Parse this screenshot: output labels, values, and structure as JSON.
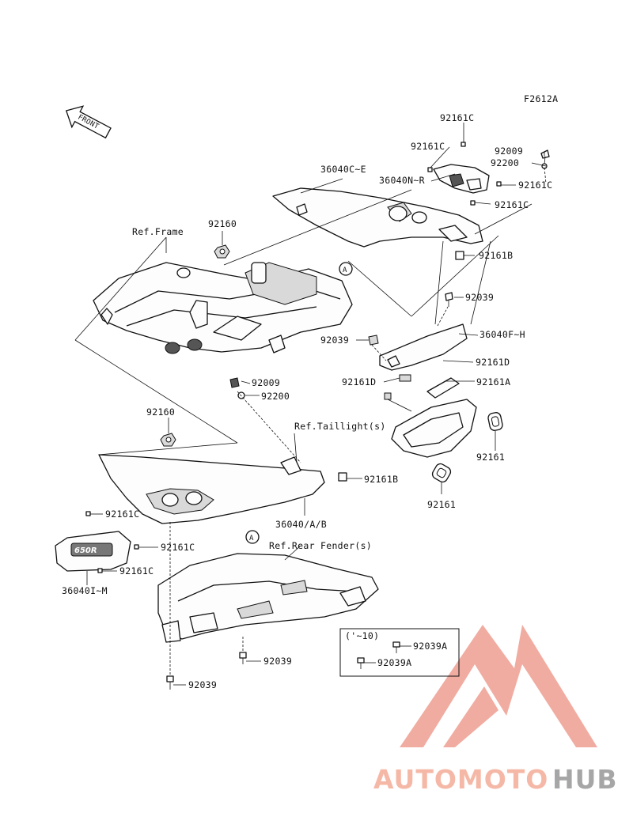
{
  "figure_code": "F2612A",
  "front_label": "FRONT",
  "parts": [
    {
      "id": "p1",
      "label": "92161C"
    },
    {
      "id": "p2",
      "label": "92161C"
    },
    {
      "id": "p3",
      "label": "92009"
    },
    {
      "id": "p4",
      "label": "92200"
    },
    {
      "id": "p5",
      "label": "36040C~E"
    },
    {
      "id": "p6",
      "label": "36040N~R"
    },
    {
      "id": "p7",
      "label": "92161C"
    },
    {
      "id": "p8",
      "label": "92161C"
    },
    {
      "id": "p9",
      "label": "92160"
    },
    {
      "id": "p10",
      "label": "92161B"
    },
    {
      "id": "p11",
      "label": "92039"
    },
    {
      "id": "p12",
      "label": "36040F~H"
    },
    {
      "id": "p13",
      "label": "92039"
    },
    {
      "id": "p14",
      "label": "92161D"
    },
    {
      "id": "p15",
      "label": "92009"
    },
    {
      "id": "p16",
      "label": "92161D"
    },
    {
      "id": "p17",
      "label": "92161A"
    },
    {
      "id": "p18",
      "label": "92200"
    },
    {
      "id": "p19",
      "label": "92160"
    },
    {
      "id": "p20",
      "label": "92161"
    },
    {
      "id": "p21",
      "label": "92161B"
    },
    {
      "id": "p22",
      "label": "92161"
    },
    {
      "id": "p23",
      "label": "92161C"
    },
    {
      "id": "p24",
      "label": "36040/A/B"
    },
    {
      "id": "p25",
      "label": "92161C"
    },
    {
      "id": "p26",
      "label": "92161C"
    },
    {
      "id": "p27",
      "label": "36040I~M"
    },
    {
      "id": "p28",
      "label": "92039A"
    },
    {
      "id": "p29",
      "label": "92039A"
    },
    {
      "id": "p30",
      "label": "92039"
    },
    {
      "id": "p31",
      "label": "92039"
    }
  ],
  "references": [
    {
      "id": "r1",
      "label": "Ref.Frame"
    },
    {
      "id": "r2",
      "label": "Ref.Taillight(s)"
    },
    {
      "id": "r3",
      "label": "Ref.Rear Fender(s)"
    }
  ],
  "callout_letter": "A",
  "model_badge": "650R",
  "note_box": {
    "note": "('~10)"
  },
  "watermark": {
    "part1": "AUTOMOTO",
    "part2": "HUB",
    "color1": "#f5b8a6",
    "color2": "#a6a6a6",
    "triangle_color": "#ee8a7e"
  }
}
